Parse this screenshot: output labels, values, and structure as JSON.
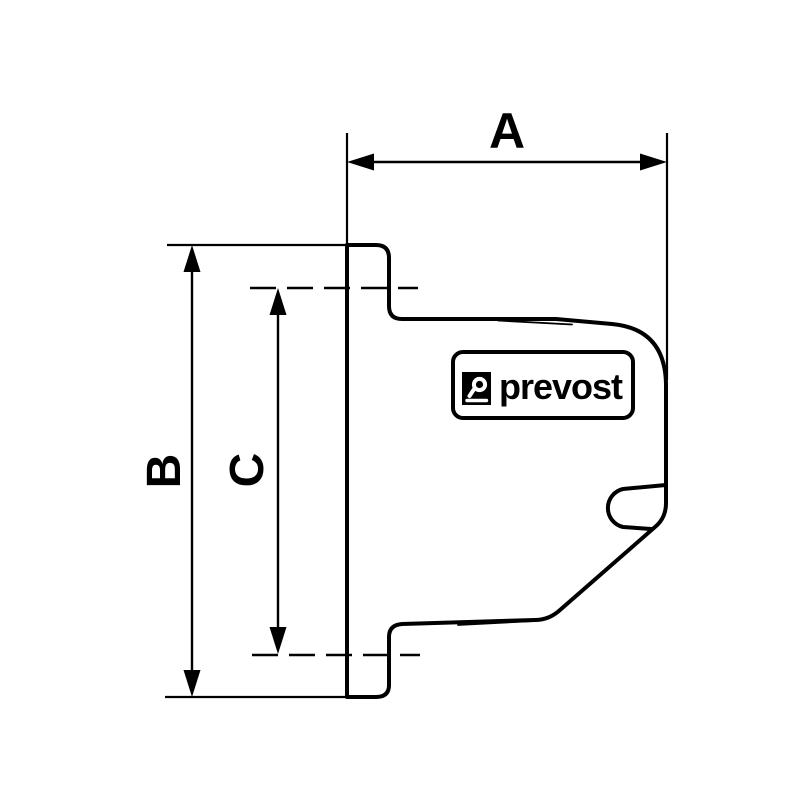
{
  "diagram": {
    "type": "technical-dimension-drawing",
    "colors": {
      "background": "#ffffff",
      "line": "#000000",
      "logo_mark_fill": "#000000",
      "logo_glyph": "#ffffff"
    },
    "dimensions": {
      "a": {
        "label": "A",
        "orientation": "horizontal"
      },
      "b": {
        "label": "B",
        "orientation": "vertical"
      },
      "c": {
        "label": "C",
        "orientation": "vertical"
      }
    },
    "logo": {
      "text": "prevost"
    }
  }
}
